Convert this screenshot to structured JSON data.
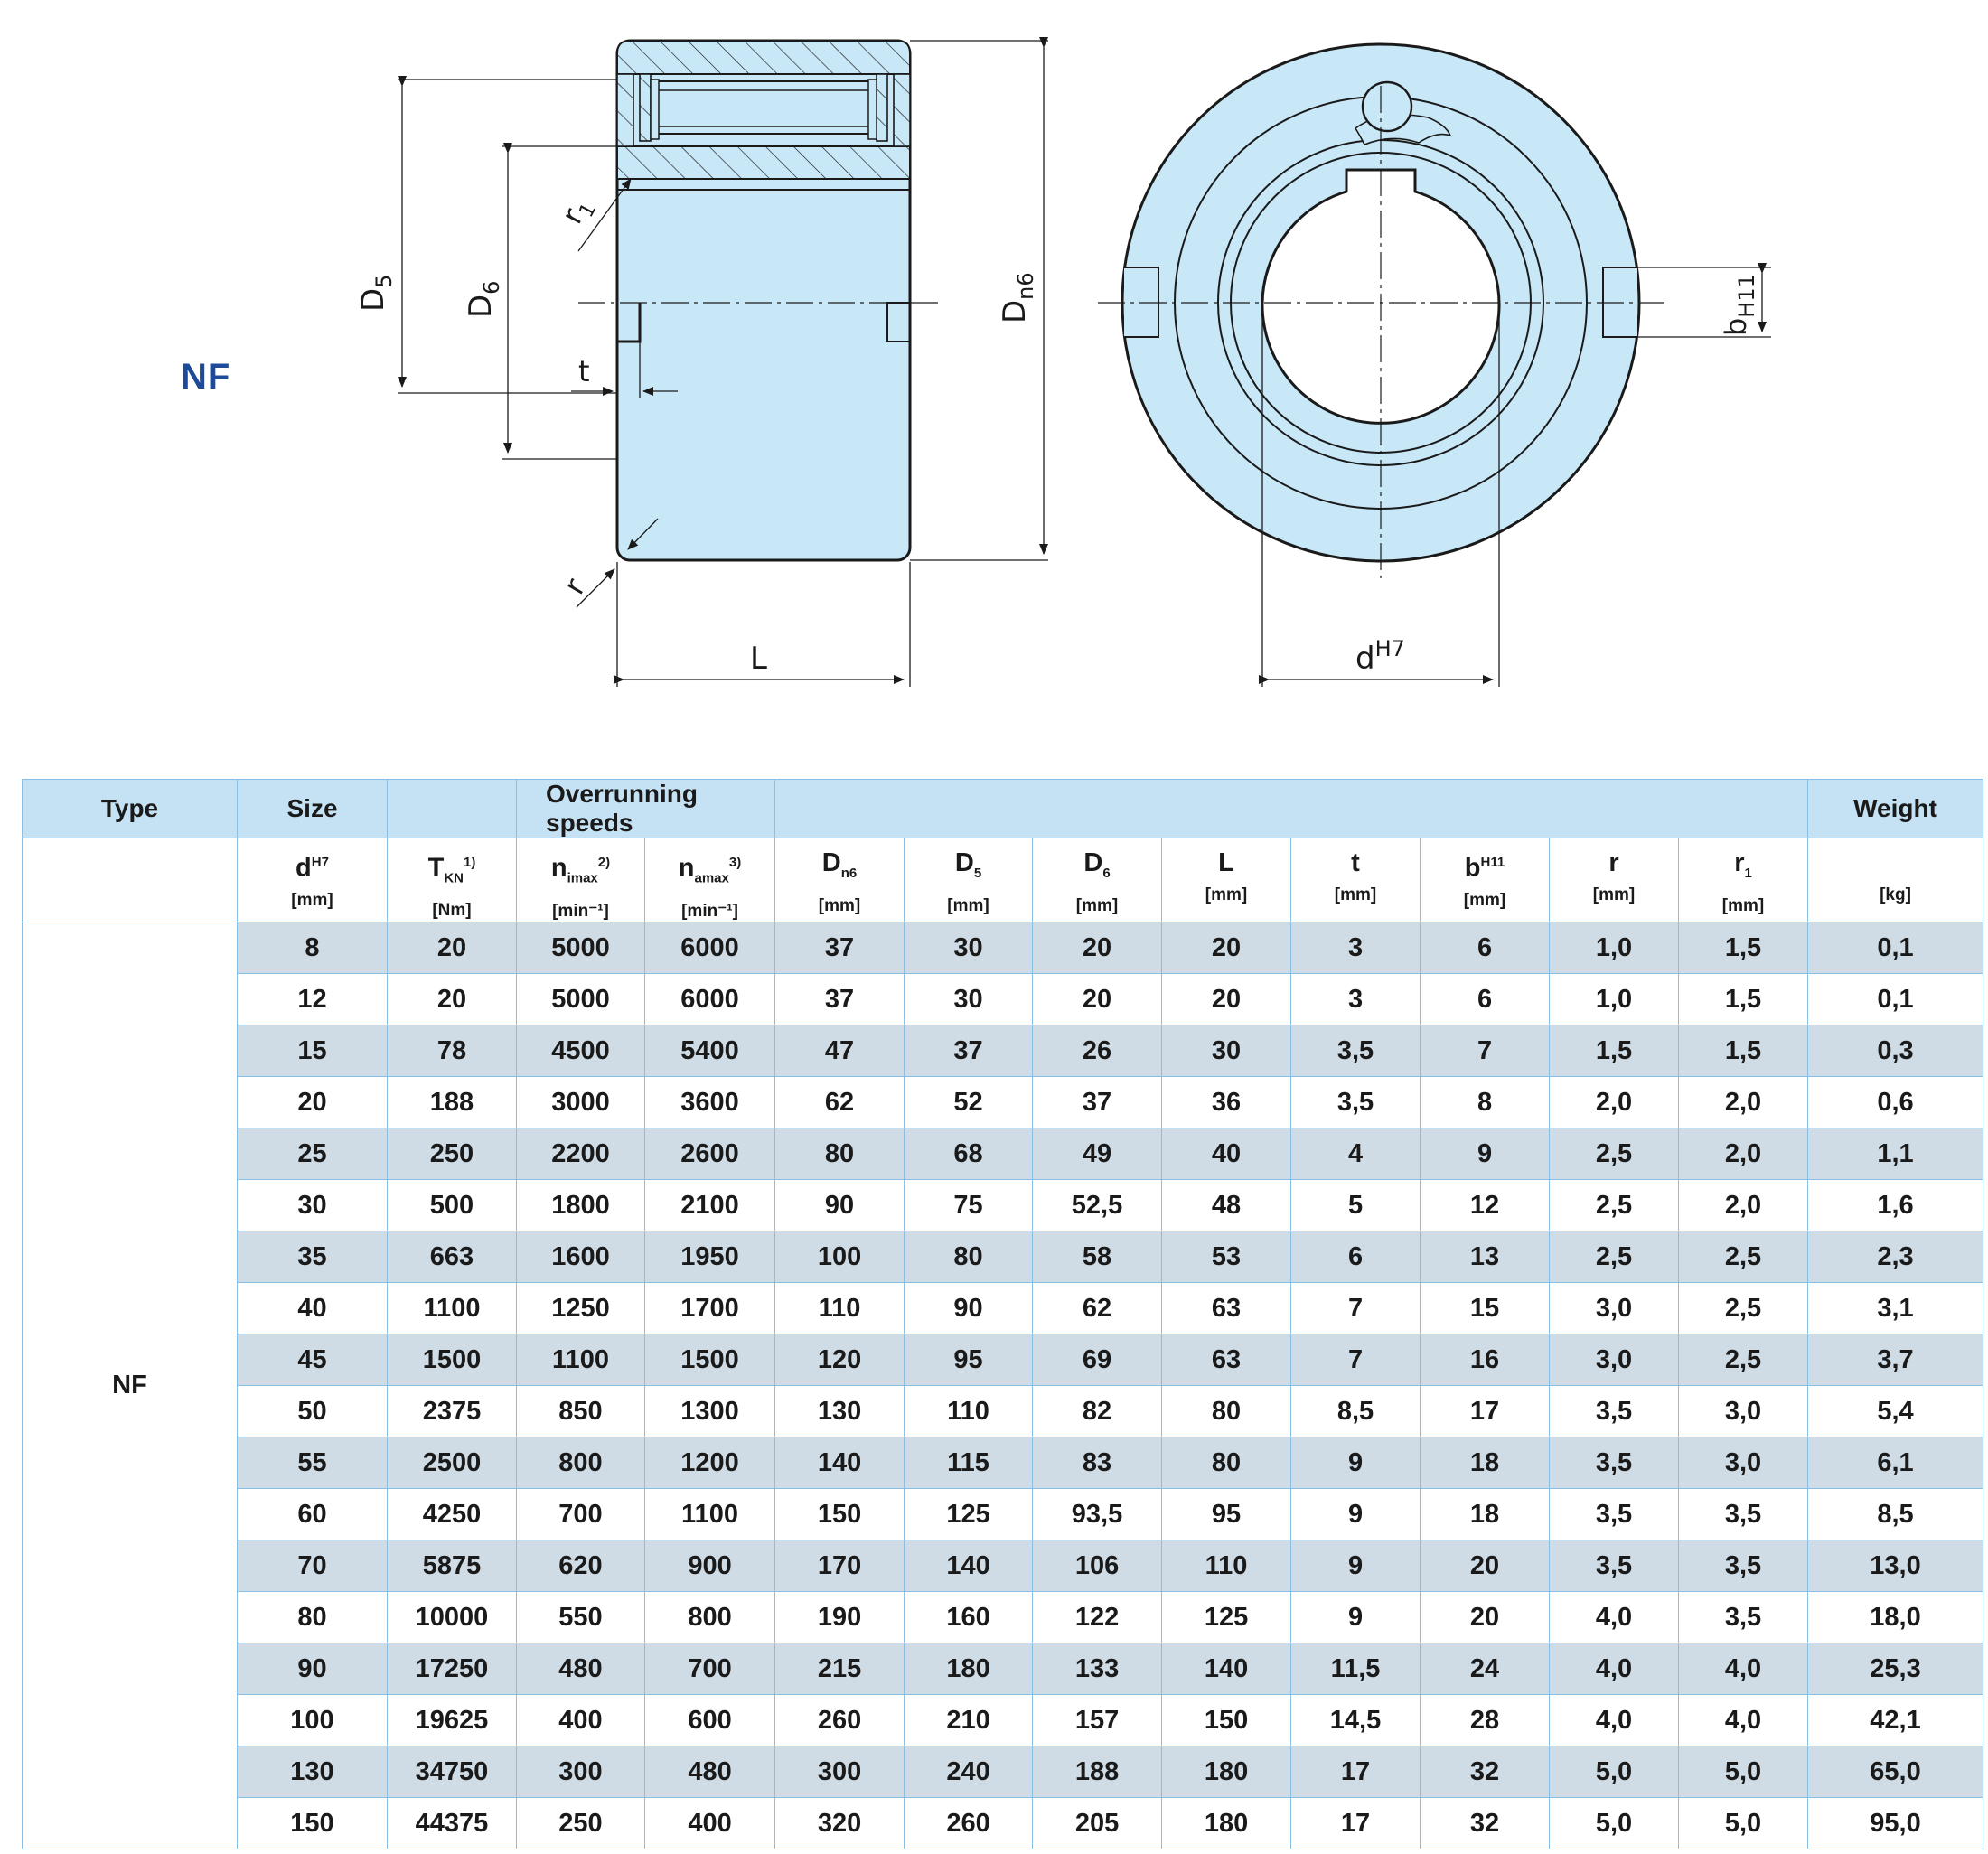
{
  "drawing": {
    "labels": {
      "d5": "D",
      "d5_sub": "5",
      "d6": "D",
      "d6_sub": "6",
      "dn6": "D",
      "dn6_sub": "n6",
      "r1": "r",
      "r1_sub": "1",
      "r": "r",
      "t": "t",
      "length": "L",
      "bore": "d",
      "bore_sup": "H7",
      "key": "b",
      "key_sub": "H11"
    },
    "series_label": "NF",
    "colors": {
      "fill": "#c8e8f8",
      "outline": "#1a1a1a"
    }
  },
  "table": {
    "headers": {
      "type": "Type",
      "size": "Size",
      "overrunning": "Overrunning speeds",
      "weight": "Weight"
    },
    "columns": [
      {
        "sym": "d",
        "sup": "H7",
        "sub": "",
        "unit": "[mm]"
      },
      {
        "sym": "T",
        "sup": "1)",
        "sub": "KN",
        "unit": "[Nm]"
      },
      {
        "sym": "n",
        "sup": "2)",
        "sub": "imax",
        "unit": "[min⁻¹]"
      },
      {
        "sym": "n",
        "sup": "3)",
        "sub": "amax",
        "unit": "[min⁻¹]"
      },
      {
        "sym": "D",
        "sup": "",
        "sub": "n6",
        "unit": "[mm]"
      },
      {
        "sym": "D",
        "sup": "",
        "sub": "5",
        "unit": "[mm]"
      },
      {
        "sym": "D",
        "sup": "",
        "sub": "6",
        "unit": "[mm]"
      },
      {
        "sym": "L",
        "sup": "",
        "sub": "",
        "unit": "[mm]"
      },
      {
        "sym": "t",
        "sup": "",
        "sub": "",
        "unit": "[mm]"
      },
      {
        "sym": "b",
        "sup": "H11",
        "sub": "",
        "unit": "[mm]"
      },
      {
        "sym": "r",
        "sup": "",
        "sub": "",
        "unit": "[mm]"
      },
      {
        "sym": "r",
        "sup": "",
        "sub": "1",
        "unit": "[mm]"
      },
      {
        "sym": "",
        "sup": "",
        "sub": "",
        "unit": "[kg]"
      }
    ],
    "type_value": "NF",
    "rows": [
      [
        "8",
        "20",
        "5000",
        "6000",
        "37",
        "30",
        "20",
        "20",
        "3",
        "6",
        "1,0",
        "1,5",
        "0,1"
      ],
      [
        "12",
        "20",
        "5000",
        "6000",
        "37",
        "30",
        "20",
        "20",
        "3",
        "6",
        "1,0",
        "1,5",
        "0,1"
      ],
      [
        "15",
        "78",
        "4500",
        "5400",
        "47",
        "37",
        "26",
        "30",
        "3,5",
        "7",
        "1,5",
        "1,5",
        "0,3"
      ],
      [
        "20",
        "188",
        "3000",
        "3600",
        "62",
        "52",
        "37",
        "36",
        "3,5",
        "8",
        "2,0",
        "2,0",
        "0,6"
      ],
      [
        "25",
        "250",
        "2200",
        "2600",
        "80",
        "68",
        "49",
        "40",
        "4",
        "9",
        "2,5",
        "2,0",
        "1,1"
      ],
      [
        "30",
        "500",
        "1800",
        "2100",
        "90",
        "75",
        "52,5",
        "48",
        "5",
        "12",
        "2,5",
        "2,0",
        "1,6"
      ],
      [
        "35",
        "663",
        "1600",
        "1950",
        "100",
        "80",
        "58",
        "53",
        "6",
        "13",
        "2,5",
        "2,5",
        "2,3"
      ],
      [
        "40",
        "1100",
        "1250",
        "1700",
        "110",
        "90",
        "62",
        "63",
        "7",
        "15",
        "3,0",
        "2,5",
        "3,1"
      ],
      [
        "45",
        "1500",
        "1100",
        "1500",
        "120",
        "95",
        "69",
        "63",
        "7",
        "16",
        "3,0",
        "2,5",
        "3,7"
      ],
      [
        "50",
        "2375",
        "850",
        "1300",
        "130",
        "110",
        "82",
        "80",
        "8,5",
        "17",
        "3,5",
        "3,0",
        "5,4"
      ],
      [
        "55",
        "2500",
        "800",
        "1200",
        "140",
        "115",
        "83",
        "80",
        "9",
        "18",
        "3,5",
        "3,0",
        "6,1"
      ],
      [
        "60",
        "4250",
        "700",
        "1100",
        "150",
        "125",
        "93,5",
        "95",
        "9",
        "18",
        "3,5",
        "3,5",
        "8,5"
      ],
      [
        "70",
        "5875",
        "620",
        "900",
        "170",
        "140",
        "106",
        "110",
        "9",
        "20",
        "3,5",
        "3,5",
        "13,0"
      ],
      [
        "80",
        "10000",
        "550",
        "800",
        "190",
        "160",
        "122",
        "125",
        "9",
        "20",
        "4,0",
        "3,5",
        "18,0"
      ],
      [
        "90",
        "17250",
        "480",
        "700",
        "215",
        "180",
        "133",
        "140",
        "11,5",
        "24",
        "4,0",
        "4,0",
        "25,3"
      ],
      [
        "100",
        "19625",
        "400",
        "600",
        "260",
        "210",
        "157",
        "150",
        "14,5",
        "28",
        "4,0",
        "4,0",
        "42,1"
      ],
      [
        "130",
        "34750",
        "300",
        "480",
        "300",
        "240",
        "188",
        "180",
        "17",
        "32",
        "5,0",
        "5,0",
        "65,0"
      ],
      [
        "150",
        "44375",
        "250",
        "400",
        "320",
        "260",
        "205",
        "180",
        "17",
        "32",
        "5,0",
        "5,0",
        "95,0"
      ]
    ]
  }
}
